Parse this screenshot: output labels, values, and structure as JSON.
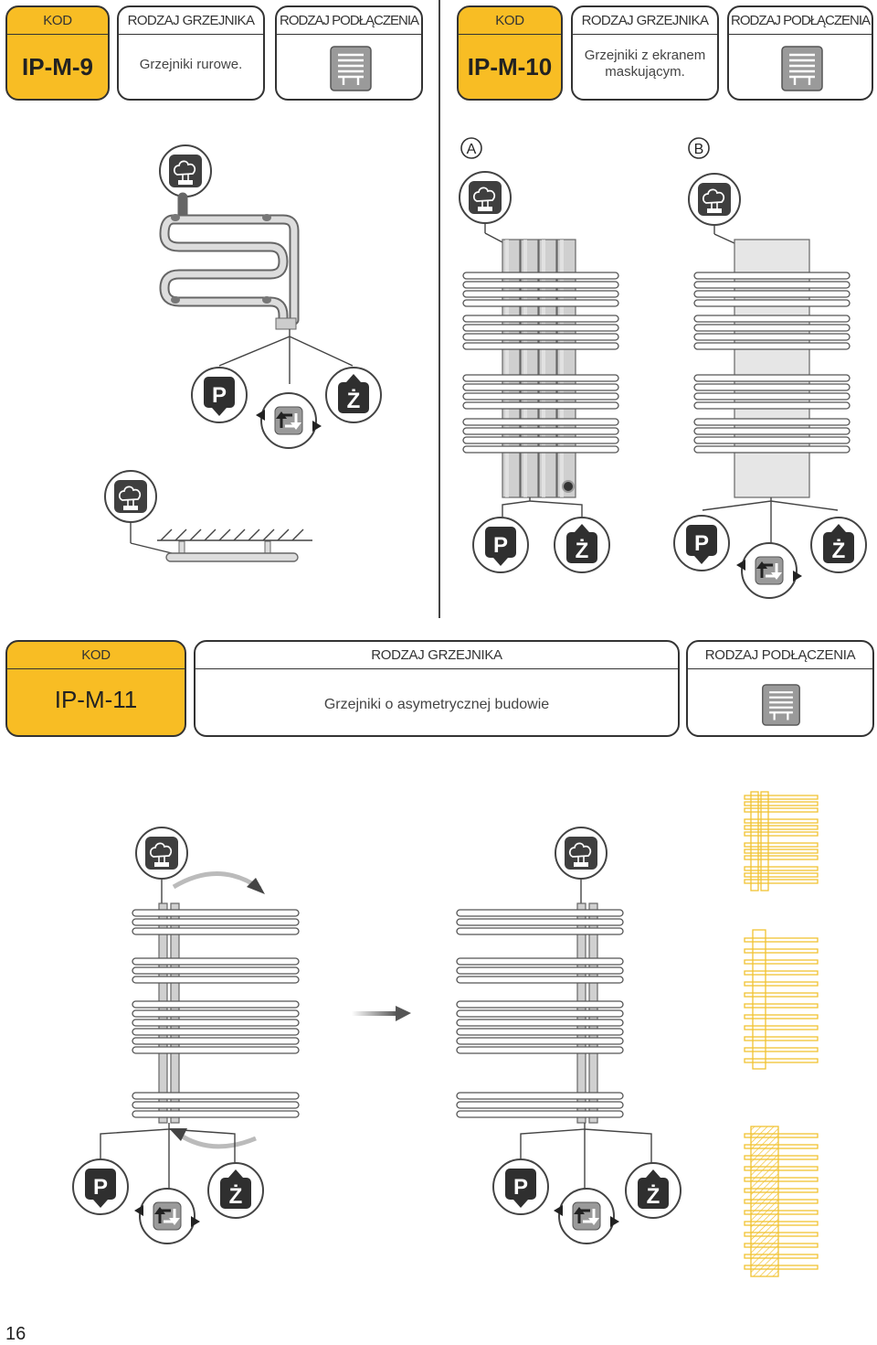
{
  "blocks": [
    {
      "kod_label": "KOD",
      "code": "IP-M-9",
      "type_label": "RODZAJ GRZEJNIKA",
      "type_value": "Grzejniki rurowe.",
      "conn_label": "RODZAJ PODŁĄCZENIA"
    },
    {
      "kod_label": "KOD",
      "code": "IP-M-10",
      "type_label": "RODZAJ GRZEJNIKA",
      "type_value_line1": "Grzejniki z ekranem",
      "type_value_line2": "maskującym.",
      "conn_label": "RODZAJ PODŁĄCZENIA"
    },
    {
      "kod_label": "KOD",
      "code": "IP-M-11",
      "type_label": "RODZAJ GRZEJNIKA",
      "type_value": "Grzejniki o asymetrycznej budowie",
      "conn_label": "RODZAJ PODŁĄCZENIA"
    }
  ],
  "variant_labels": [
    "A",
    "B"
  ],
  "connection_labels": {
    "supply": "P",
    "return": "Ż"
  },
  "colors": {
    "accent": "#f8bd24",
    "icon_dark": "#3a3a3a",
    "pipe_gray": "#d6d6d6",
    "outline_yellow": "#f1c232"
  },
  "page_number": "16"
}
